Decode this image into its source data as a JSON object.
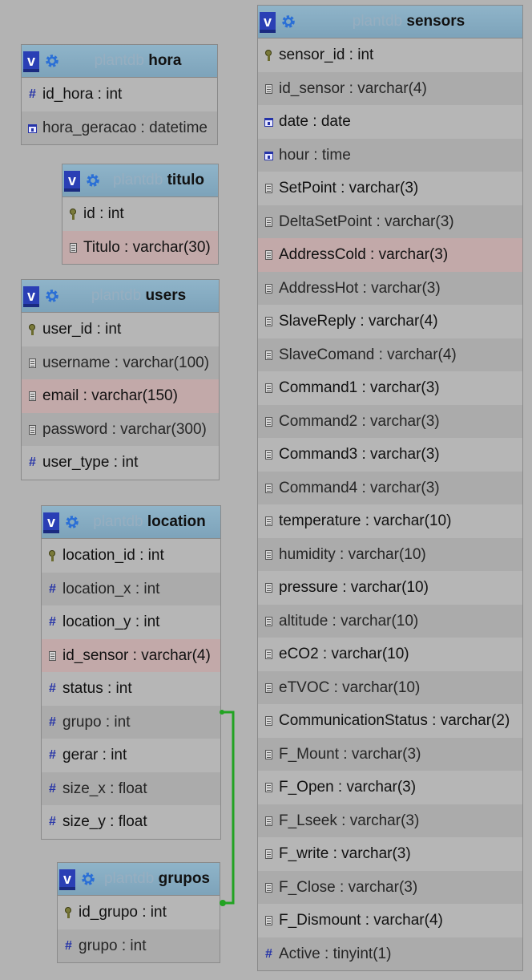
{
  "tables": [
    {
      "id": "hora",
      "db": "plantdb",
      "name": "hora",
      "columns": [
        {
          "label": "id_hora : int",
          "icon": "hash-icon",
          "style": ""
        },
        {
          "label": "hora_geracao : datetime",
          "icon": "datetime-icon",
          "style": "alt"
        }
      ]
    },
    {
      "id": "titulo",
      "db": "plantdb",
      "name": "titulo",
      "columns": [
        {
          "label": "id : int",
          "icon": "key-icon",
          "style": ""
        },
        {
          "label": "Titulo : varchar(30)",
          "icon": "text-icon",
          "style": "hl"
        }
      ]
    },
    {
      "id": "users",
      "db": "plantdb",
      "name": "users",
      "columns": [
        {
          "label": "user_id : int",
          "icon": "key-icon",
          "style": ""
        },
        {
          "label": "username : varchar(100)",
          "icon": "text-icon",
          "style": "alt"
        },
        {
          "label": "email : varchar(150)",
          "icon": "text-icon",
          "style": "hl"
        },
        {
          "label": "password : varchar(300)",
          "icon": "text-icon",
          "style": "alt"
        },
        {
          "label": "user_type : int",
          "icon": "hash-icon",
          "style": ""
        }
      ]
    },
    {
      "id": "location",
      "db": "plantdb",
      "name": "location",
      "columns": [
        {
          "label": "location_id : int",
          "icon": "key-icon",
          "style": ""
        },
        {
          "label": "location_x : int",
          "icon": "hash-icon",
          "style": "alt"
        },
        {
          "label": "location_y : int",
          "icon": "hash-icon",
          "style": ""
        },
        {
          "label": "id_sensor : varchar(4)",
          "icon": "text-icon",
          "style": "hl"
        },
        {
          "label": "status : int",
          "icon": "hash-icon",
          "style": ""
        },
        {
          "label": "grupo : int",
          "icon": "hash-icon",
          "style": "alt"
        },
        {
          "label": "gerar : int",
          "icon": "hash-icon",
          "style": ""
        },
        {
          "label": "size_x : float",
          "icon": "hash-icon",
          "style": "alt"
        },
        {
          "label": "size_y : float",
          "icon": "hash-icon",
          "style": ""
        }
      ]
    },
    {
      "id": "grupos",
      "db": "plantdb",
      "name": "grupos",
      "columns": [
        {
          "label": "id_grupo : int",
          "icon": "key-icon",
          "style": ""
        },
        {
          "label": "grupo : int",
          "icon": "hash-icon",
          "style": "alt"
        }
      ]
    },
    {
      "id": "sensors",
      "db": "plantdb",
      "name": "sensors",
      "columns": [
        {
          "label": "sensor_id : int",
          "icon": "key-icon",
          "style": ""
        },
        {
          "label": "id_sensor : varchar(4)",
          "icon": "text-icon",
          "style": "alt"
        },
        {
          "label": "date : date",
          "icon": "datetime-icon",
          "style": ""
        },
        {
          "label": "hour : time",
          "icon": "datetime-icon",
          "style": "alt"
        },
        {
          "label": "SetPoint : varchar(3)",
          "icon": "text-icon",
          "style": ""
        },
        {
          "label": "DeltaSetPoint : varchar(3)",
          "icon": "text-icon",
          "style": "alt"
        },
        {
          "label": "AddressCold : varchar(3)",
          "icon": "text-icon",
          "style": "hl"
        },
        {
          "label": "AddressHot : varchar(3)",
          "icon": "text-icon",
          "style": "alt"
        },
        {
          "label": "SlaveReply : varchar(4)",
          "icon": "text-icon",
          "style": ""
        },
        {
          "label": "SlaveComand : varchar(4)",
          "icon": "text-icon",
          "style": "alt"
        },
        {
          "label": "Command1 : varchar(3)",
          "icon": "text-icon",
          "style": ""
        },
        {
          "label": "Command2 : varchar(3)",
          "icon": "text-icon",
          "style": "alt"
        },
        {
          "label": "Command3 : varchar(3)",
          "icon": "text-icon",
          "style": ""
        },
        {
          "label": "Command4 : varchar(3)",
          "icon": "text-icon",
          "style": "alt"
        },
        {
          "label": "temperature : varchar(10)",
          "icon": "text-icon",
          "style": ""
        },
        {
          "label": "humidity : varchar(10)",
          "icon": "text-icon",
          "style": "alt"
        },
        {
          "label": "pressure : varchar(10)",
          "icon": "text-icon",
          "style": ""
        },
        {
          "label": "altitude : varchar(10)",
          "icon": "text-icon",
          "style": "alt"
        },
        {
          "label": "eCO2 : varchar(10)",
          "icon": "text-icon",
          "style": ""
        },
        {
          "label": "eTVOC : varchar(10)",
          "icon": "text-icon",
          "style": "alt"
        },
        {
          "label": "CommunicationStatus : varchar(2)",
          "icon": "text-icon",
          "style": ""
        },
        {
          "label": "F_Mount : varchar(3)",
          "icon": "text-icon",
          "style": "alt"
        },
        {
          "label": "F_Open : varchar(3)",
          "icon": "text-icon",
          "style": ""
        },
        {
          "label": "F_Lseek : varchar(3)",
          "icon": "text-icon",
          "style": "alt"
        },
        {
          "label": "F_write : varchar(3)",
          "icon": "text-icon",
          "style": ""
        },
        {
          "label": "F_Close : varchar(3)",
          "icon": "text-icon",
          "style": "alt"
        },
        {
          "label": "F_Dismount : varchar(4)",
          "icon": "text-icon",
          "style": ""
        },
        {
          "label": "Active : tinyint(1)",
          "icon": "hash-icon",
          "style": "alt"
        }
      ]
    }
  ],
  "collapse_label": "v",
  "colors": {
    "header": "#8fb4c9",
    "link": "#22a322",
    "highlight": "#c2a9a9"
  }
}
